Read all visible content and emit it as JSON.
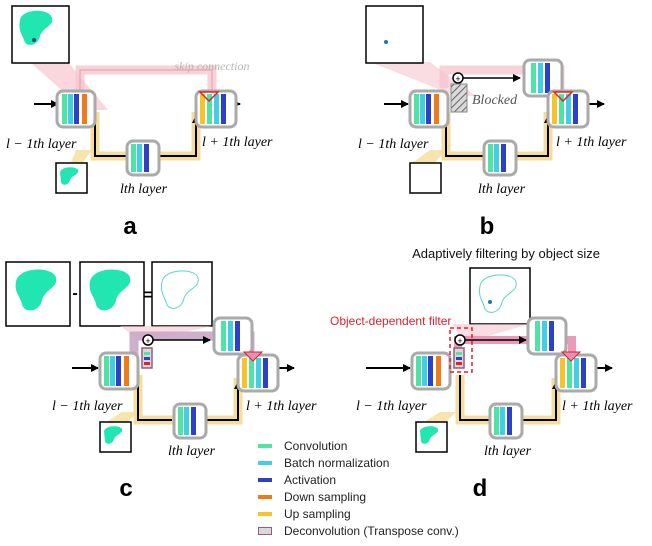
{
  "panels": {
    "a": {
      "letter": "a",
      "skip_label": "skip connection"
    },
    "b": {
      "letter": "b",
      "blocked_label": "Blocked"
    },
    "c": {
      "letter": "c",
      "minus": "-",
      "equals": "="
    },
    "d": {
      "letter": "d",
      "title": "Adaptively filtering by object size",
      "filter_label": "Object-dependent filter"
    }
  },
  "layer_labels": {
    "prev": "l − 1th layer",
    "curr": "lth layer",
    "next": "l + 1th layer"
  },
  "legend": [
    {
      "label": "Convolution",
      "color": "#4fe3a6"
    },
    {
      "label": "Batch normalization",
      "color": "#41cfe6"
    },
    {
      "label": "Activation",
      "color": "#2c40c8"
    },
    {
      "label": "Down sampling",
      "color": "#f07a1a"
    },
    {
      "label": "Up sampling",
      "color": "#f7c32a"
    },
    {
      "label": "Deconvolution (Transpose conv.)",
      "color": "#9a5a7a"
    }
  ],
  "colors": {
    "skip_pink": "#f6c6cf",
    "skip_purple": "#c9a6c9",
    "skip_magenta": "#e98fb3",
    "path_yellow": "#f6dd98",
    "object_green": "#21e6b1",
    "filter_red": "#e0202a"
  }
}
